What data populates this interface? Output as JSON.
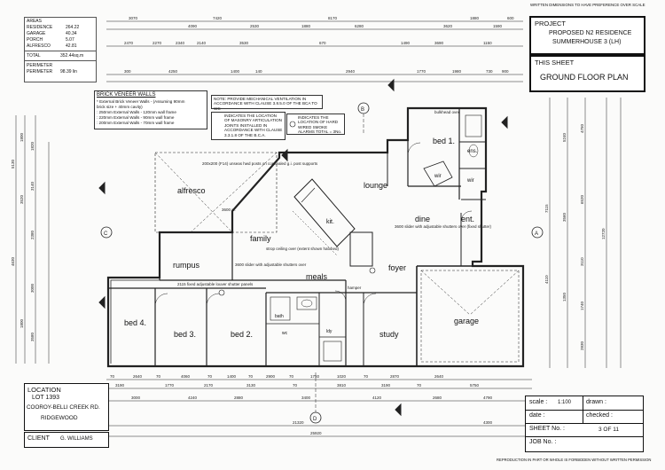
{
  "top_note": "WRITTEN DIMENSIONS TO HAVE PREFERENCE OVER SCALE",
  "bottom_note": "REPRODUCTION IN PART OR WHOLE IS FORBIDDEN WITHOUT WRITTEN PERMISSION",
  "areas": {
    "rows": [
      {
        "label": "AREAS",
        "value": ""
      },
      {
        "label": "RESIDENCE",
        "value": "264.22"
      },
      {
        "label": "GARAGE",
        "value": "40.34"
      },
      {
        "label": "PORCH",
        "value": "5.07"
      },
      {
        "label": "ALFRESCO",
        "value": "42.81"
      }
    ],
    "total_label": "TOTAL",
    "total_value": "352.44sq.m",
    "perimeter_label": "PERIMETER",
    "perimeter2_label": "PERIMETER",
    "perimeter_value": "98.39 lin"
  },
  "project": {
    "label": "PROJECT",
    "line1": "PROPOSED N2 RESIDENCE",
    "line2": "SUMMERHOUSE 3 (LH)"
  },
  "this_sheet": {
    "label": "THIS SHEET",
    "title": "GROUND FLOOR PLAN"
  },
  "brick_veneer": {
    "title": "BRICK VENEER WALLS",
    "lines": [
      "* External Brick Veneer Walls - (Assuming 90mm",
      "  brick size + 40mm cavity)",
      ": 250mm External Walls - 120mm wall frame",
      ": 220mm External Walls - 90mm wall frame",
      ": 200mm External Walls - 70mm wall frame"
    ]
  },
  "vent_note": "NOTE: PROVIDE MECHANICAL VENTILATION IN ACCORDANCE WITH CLAUSE 3.8.5.0 OF THE BCA TO WC",
  "masonry_note": "INDICATES THE LOCATION OF MASONRY ARTICULATION JOINTS INSTALLED IN ACCORDANCE WITH CLAUSE 3.3.1.8 OF THE B.C.A.",
  "smoke_note": "INDICATES THE LOCATION OF HARD WIRED SMOKE ALARMS TOTAL = 3No.",
  "rooms": {
    "alfresco": "alfresco",
    "lounge": "lounge",
    "bed1": "bed 1.",
    "ens": "ens.",
    "wir": "wir",
    "wir2": "wir",
    "ent": "ent.",
    "dine": "dine",
    "kit": "kit.",
    "family": "family",
    "rumpus": "rumpus",
    "meals": "meals",
    "foyer": "foyer",
    "bed4": "bed 4.",
    "bed3": "bed 3.",
    "bed2": "bed 2.",
    "study": "study",
    "garage": "garage",
    "wc": "wc",
    "bath": "bath",
    "ldy": "ldy"
  },
  "plan_notes": {
    "beam": "200x200 (F14) unseas hwd posts on concealed g.i. post supports",
    "slider_fam": "3600 slider with adjustable shutters over",
    "ceiling": "strop ceiling over (extent shown hatched)",
    "rumpus_sl": "2115 fixed adjustable louver shutter panels",
    "dine_sl": "3600 slider with adjustable shutters over (fixed shutter)",
    "fam2": "3600 sl.",
    "hamper": "hamper",
    "soffit": "bulkhead over"
  },
  "markers": {
    "a": "A",
    "b": "B",
    "c": "C",
    "d": "D"
  },
  "dims": {
    "top1": [
      "3070",
      "7420",
      "8170",
      "1880",
      "600"
    ],
    "top2": [
      "4090",
      "2530",
      "1880",
      "6280",
      "3620",
      "1590"
    ],
    "top3": [
      "2470",
      "2270",
      "2340",
      "2140",
      "3530",
      "670",
      "1490",
      "3690",
      "1150"
    ],
    "top4": [
      "300",
      "4250",
      "1400",
      "140",
      "2940",
      "1770",
      "1980",
      "730",
      "900"
    ],
    "left1": [
      "5130",
      "4630",
      "1800",
      "3520",
      "1800"
    ],
    "left2": [
      "1820",
      "3140",
      "2380",
      "3000",
      "3580"
    ],
    "right1": [
      "7115",
      "4110",
      "5240",
      "3560",
      "1350"
    ],
    "right2": [
      "4750",
      "6520",
      "3110",
      "1740",
      "2830"
    ],
    "right3": [
      "12720"
    ],
    "bottom1": [
      "70",
      "2640",
      "70",
      "4060",
      "70",
      "1400",
      "70",
      "2900",
      "70",
      "1750",
      "1020",
      "70",
      "2870",
      "2640"
    ],
    "bottom2": [
      "3190",
      "1770",
      "2170",
      "3130",
      "70",
      "3810",
      "3190",
      "70",
      "5750"
    ],
    "bottom3": [
      "3000",
      "4240",
      "2880",
      "3400",
      "4120",
      "2680",
      "4790"
    ],
    "bottom4": [
      "21320",
      "4300"
    ],
    "bottom5": [
      "25920"
    ]
  },
  "location": {
    "label": "LOCATION",
    "lot": "LOT 1393",
    "road": "COOROY-BELLI CREEK RD.",
    "town": "RIDGEWOOD"
  },
  "client": {
    "label": "CLIENT",
    "name": "G. WILLIAMS"
  },
  "title_block": {
    "scale_label": "scale :",
    "scale_value": "1:100",
    "drawn_label": "drawn :",
    "date_label": "date :",
    "checked_label": "checked :",
    "sheet_label": "SHEET No. :",
    "sheet_value": "3 OF 11",
    "job_label": "JOB No. :"
  }
}
